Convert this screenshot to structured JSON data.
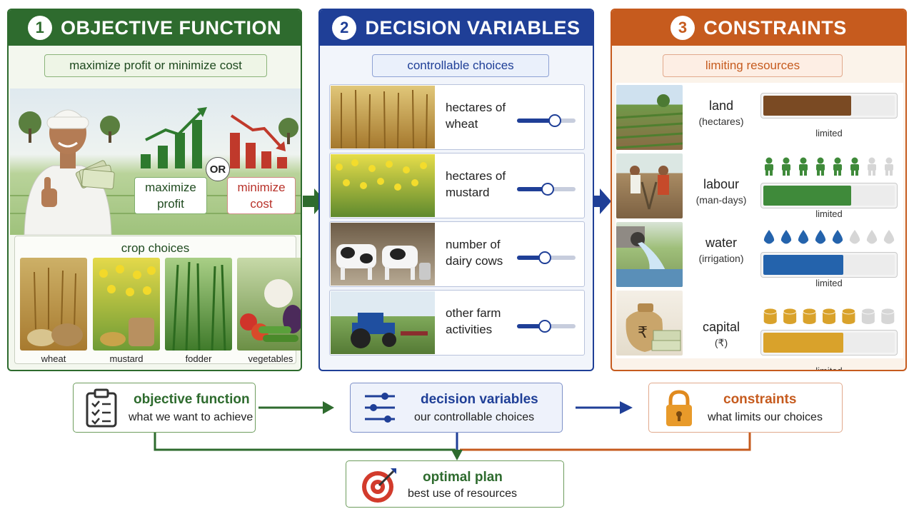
{
  "panels": {
    "objective": {
      "number": "1",
      "title": "OBJECTIVE FUNCTION",
      "subtitle": "maximize profit or minimize cost",
      "maximize_label": "maximize\nprofit",
      "or_label": "OR",
      "minimize_label": "minimize\ncost",
      "crop_header": "crop choices",
      "crops": [
        "wheat",
        "mustard",
        "fodder",
        "vegetables"
      ]
    },
    "decisions": {
      "number": "2",
      "title": "DECISION VARIABLES",
      "subtitle": "controllable choices",
      "items": [
        {
          "label": "hectares of wheat",
          "level": 0.65
        },
        {
          "label": "hectares of mustard",
          "level": 0.52
        },
        {
          "label": "number of dairy cows",
          "level": 0.48
        },
        {
          "label": "other farm activities",
          "level": 0.48
        }
      ]
    },
    "constraints": {
      "number": "3",
      "title": "CONSTRAINTS",
      "subtitle": "limiting resources",
      "resources": [
        {
          "name": "land",
          "unit": "(hectares)",
          "status": "limited",
          "level": 0.67
        },
        {
          "name": "labour",
          "unit": "(man-days)",
          "status": "limited",
          "level": 0.67,
          "icon_total": 8,
          "icon_filled": 6
        },
        {
          "name": "water",
          "unit": "(irrigation)",
          "status": "limited",
          "level": 0.61,
          "icon_total": 8,
          "icon_filled": 5
        },
        {
          "name": "capital",
          "unit": "(₹)",
          "status": "limited",
          "level": 0.61,
          "icon_total": 7,
          "icon_filled": 5
        }
      ]
    }
  },
  "summary": {
    "objective": {
      "title": "objective function",
      "desc": "what we want to achieve"
    },
    "decisions": {
      "title": "decision variables",
      "desc": "our controllable choices"
    },
    "constraints": {
      "title": "constraints",
      "desc": "what limits our choices"
    },
    "result": {
      "title": "optimal plan",
      "desc": "best use of resources"
    }
  },
  "colors": {
    "green": "#2e6b2e",
    "blue": "#1f3f97",
    "orange": "#c65b1e",
    "red": "#c0392b",
    "soil": "#7a4a23",
    "labour": "#3f8a3a",
    "water": "#2463ac",
    "capital": "#d9a22b"
  }
}
